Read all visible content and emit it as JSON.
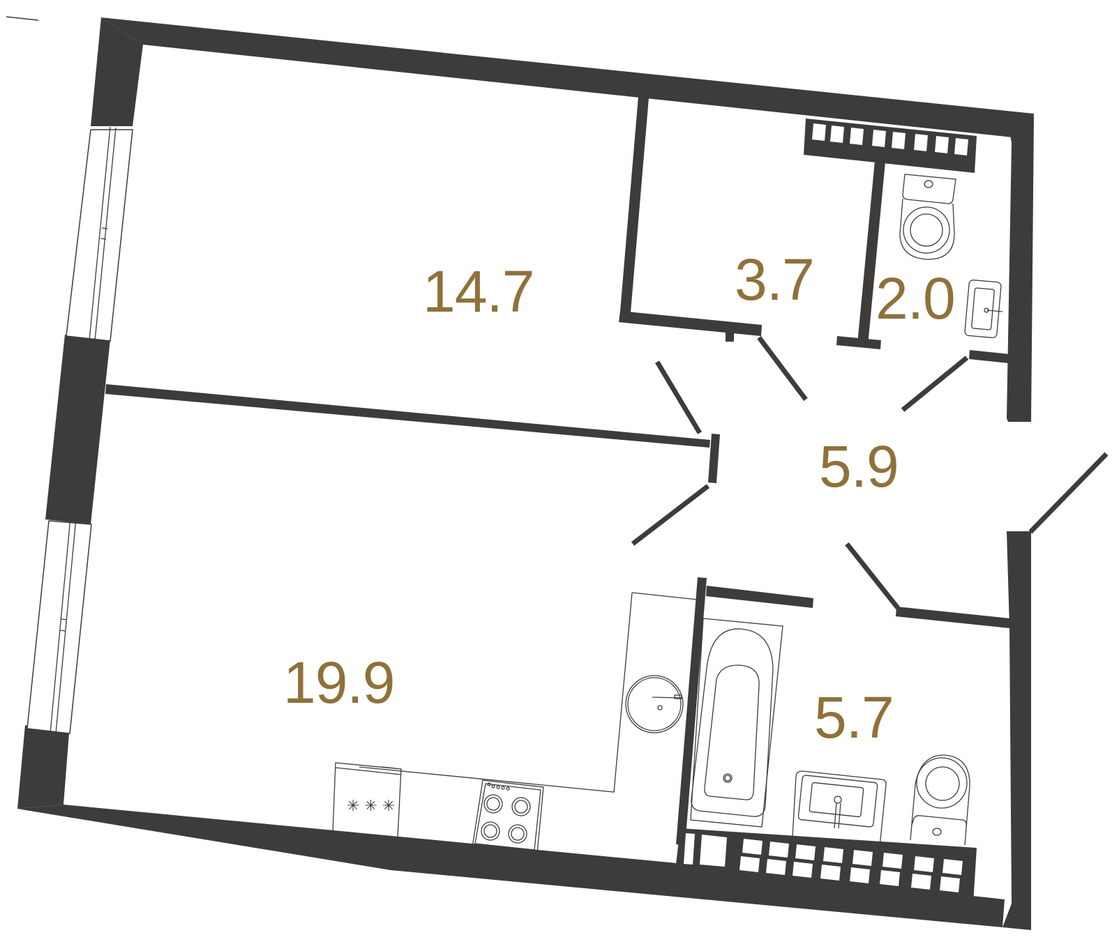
{
  "plan": {
    "type": "apartment-floor-plan",
    "wall_color": "#3d3c3a",
    "label_color": "#8f7139",
    "background": "#ffffff"
  },
  "rooms": [
    {
      "id": "bedroom",
      "area": "14.7"
    },
    {
      "id": "storage",
      "area": "3.7"
    },
    {
      "id": "wc",
      "area": "2.0"
    },
    {
      "id": "hallway",
      "area": "5.9"
    },
    {
      "id": "kitchen-living",
      "area": "19.9"
    },
    {
      "id": "bathroom",
      "area": "5.7"
    }
  ],
  "fixtures": {
    "wc": [
      "toilet",
      "washbasin"
    ],
    "kitchen": [
      "round-sink",
      "hob-4-burners",
      "extractor-cabinet"
    ],
    "bathroom": [
      "bathtub",
      "washbasin",
      "toilet"
    ]
  }
}
